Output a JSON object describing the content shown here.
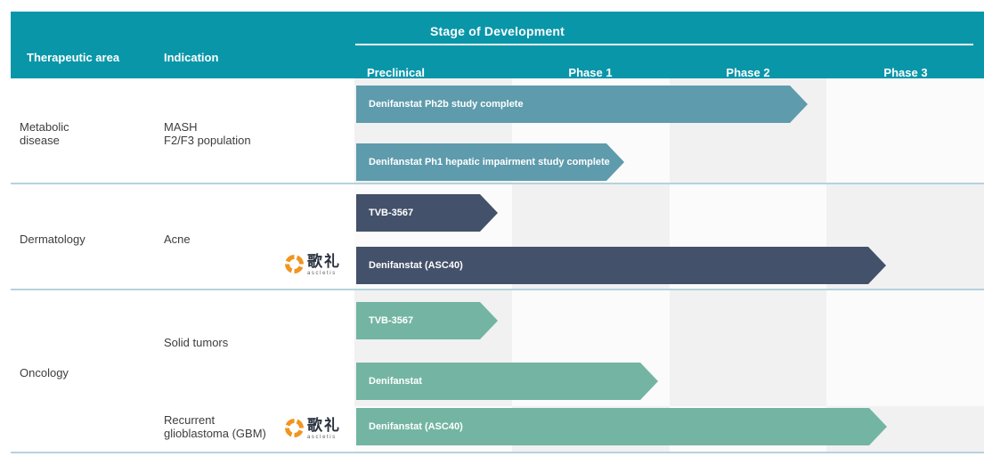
{
  "header": {
    "title": "Stage of Development",
    "col_area": "Therapeutic area",
    "col_indication": "Indication",
    "phases": [
      "Preclinical",
      "Phase 1",
      "Phase 2",
      "Phase 3"
    ]
  },
  "logo": {
    "chars": "歌礼",
    "wordmark": "ascletis"
  },
  "bands": [
    {
      "area_lines": [
        "Metabolic",
        "disease"
      ],
      "indication_lines": [
        "MASH",
        "F2/F3 population"
      ],
      "arrows": [
        {
          "label": "Denifanstat Ph2b study complete"
        },
        {
          "label": "Denifanstat Ph1 hepatic impairment study complete"
        }
      ]
    },
    {
      "area_lines": [
        "Dermatology"
      ],
      "indication_lines": [
        "Acne"
      ],
      "arrows": [
        {
          "label": "TVB-3567"
        },
        {
          "label": "Denifanstat (ASC40)"
        }
      ]
    },
    {
      "area_lines": [
        "Oncology"
      ],
      "indication_lines": [
        "Solid tumors"
      ],
      "arrows": [
        {
          "label": "TVB-3567"
        },
        {
          "label": "Denifanstat"
        }
      ]
    },
    {
      "area_lines": [],
      "indication_lines": [
        "Recurrent",
        "glioblastoma (GBM)"
      ],
      "arrows": [
        {
          "label": "Denifanstat (ASC40)"
        }
      ]
    }
  ],
  "colors": {
    "header_teal": "#0996a9",
    "arrow_steel_teal": "#5e9bac",
    "arrow_navy": "#44516a",
    "arrow_green": "#73b5a2",
    "row_separator": "#b5d3dc",
    "cell_shaded": "#f1f1f2",
    "cell_plain": "#fbfbfb",
    "text_dark": "#3d3d3d",
    "logo_orange": "#f0951f"
  },
  "chart_data": {
    "type": "table",
    "subtype": "pipeline-gantt",
    "title": "Stage of Development",
    "columns": [
      "Preclinical",
      "Phase 1",
      "Phase 2",
      "Phase 3"
    ],
    "progress_units_note": "phase_progress measured in phase-column widths completed from start of Preclinical (max 4)",
    "rows": [
      {
        "therapeutic_area": "Metabolic disease",
        "indication": "MASH F2/F3 population",
        "program": "Denifanstat Ph2b study complete",
        "phase_progress": 2.88
      },
      {
        "therapeutic_area": "Metabolic disease",
        "indication": "MASH F2/F3 population",
        "program": "Denifanstat Ph1 hepatic impairment study complete",
        "phase_progress": 1.71
      },
      {
        "therapeutic_area": "Dermatology",
        "indication": "Acne",
        "program": "TVB-3567",
        "phase_progress": 0.91
      },
      {
        "therapeutic_area": "Dermatology",
        "indication": "Acne",
        "program": "Denifanstat (ASC40)",
        "phase_progress": 3.38
      },
      {
        "therapeutic_area": "Oncology",
        "indication": "Solid tumors",
        "program": "TVB-3567",
        "phase_progress": 0.91
      },
      {
        "therapeutic_area": "Oncology",
        "indication": "Solid tumors",
        "program": "Denifanstat",
        "phase_progress": 1.93
      },
      {
        "therapeutic_area": "Oncology",
        "indication": "Recurrent glioblastoma (GBM)",
        "program": "Denifanstat (ASC40)",
        "phase_progress": 3.38
      }
    ]
  }
}
